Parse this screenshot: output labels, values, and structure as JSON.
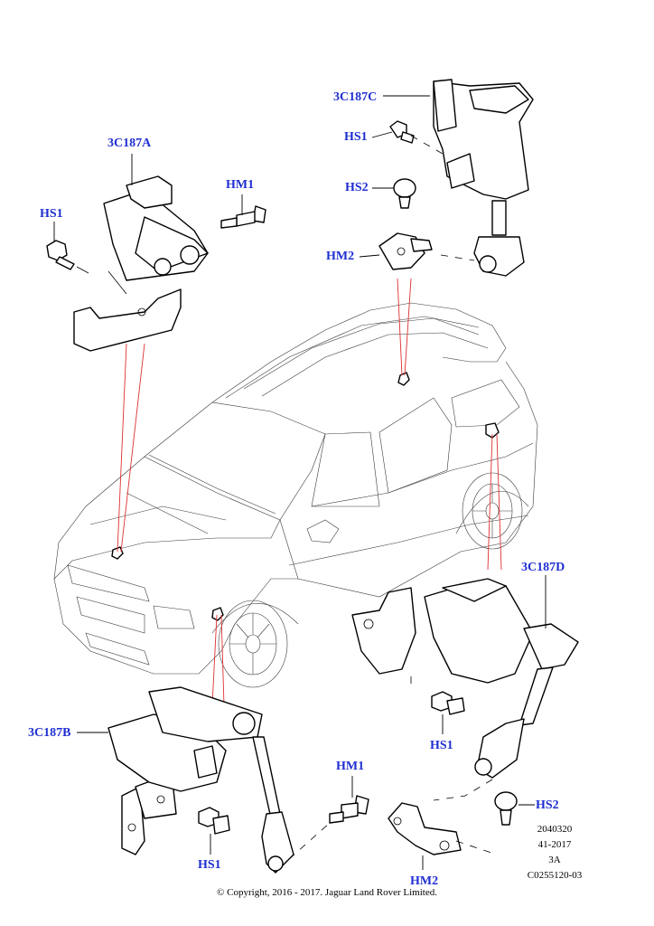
{
  "callouts": {
    "c3c187a": "3C187A",
    "hs1_a": "HS1",
    "hm1_a": "HM1",
    "c3c187c": "3C187C",
    "hs1_c": "HS1",
    "hs2_c": "HS2",
    "hm2_c": "HM2",
    "c3c187d": "3C187D",
    "hs1_d": "HS1",
    "c3c187b": "3C187B",
    "hs1_b": "HS1",
    "hm1_b": "HM1",
    "hs2_b": "HS2",
    "hm2_b": "HM2"
  },
  "info": {
    "line1": "2040320",
    "line2": "41-2017",
    "line3": "3A",
    "line4": "C0255120-03"
  },
  "copyright": "© Copyright, 2016 - 2017. Jaguar Land Rover Limited.",
  "colors": {
    "callout": "#1f2fd0",
    "leader_lines": "#e03030"
  }
}
